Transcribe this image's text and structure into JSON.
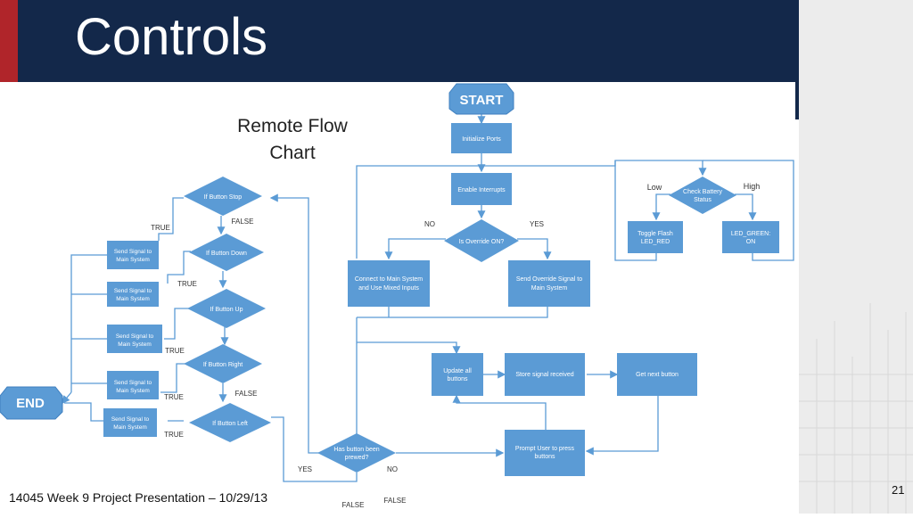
{
  "slide": {
    "title": "Controls",
    "footer": "14045 Week 9 Project Presentation – 10/29/13",
    "slide_number": "21",
    "colors": {
      "header": "#13284a",
      "accent": "#b0252a",
      "node": "#5b9bd5",
      "line": "#5b9bd5"
    }
  },
  "chart": {
    "heading_line1": "Remote Flow",
    "heading_line2": "Chart",
    "start": "START",
    "end": "END",
    "init_ports": "Initialize Ports",
    "enable_interrupts": "Enable Interrupts",
    "override_q": "Is Override ON?",
    "no_label": "NO",
    "yes_label": "YES",
    "connect_main_1": "Connect to Main System",
    "connect_main_2": "and Use Mixed Inputs",
    "send_override_1": "Send Override Signal to",
    "send_override_2": "Main System",
    "check_battery_1": "Check Battery",
    "check_battery_2": "Status",
    "low": "Low",
    "high": "High",
    "toggle_flash_1": "Toggle Flash",
    "toggle_flash_2": "LED_RED",
    "led_green_1": "LED_GREEN:",
    "led_green_2": "ON",
    "update_buttons_1": "Update all",
    "update_buttons_2": "buttons",
    "store_signal": "Store signal received",
    "next_button": "Get next button",
    "prompt_user_1": "Prompt User to press",
    "prompt_user_2": "buttons",
    "has_pressed_1": "Has button been",
    "has_pressed_2": "prewed?",
    "yes_bottom": "YES",
    "no_bottom": "NO",
    "false_bottom_1": "FALSE",
    "false_bottom_2": "FALSE",
    "btn_stop": "If Button Stop",
    "btn_down": "If Button Down",
    "btn_up": "If Button Up",
    "btn_right": "If Button Right",
    "btn_left": "If Button Left",
    "send_main_1": "Send Signal to",
    "send_main_2": "Main System",
    "true_label": "TRUE",
    "false_label": "FALSE"
  }
}
